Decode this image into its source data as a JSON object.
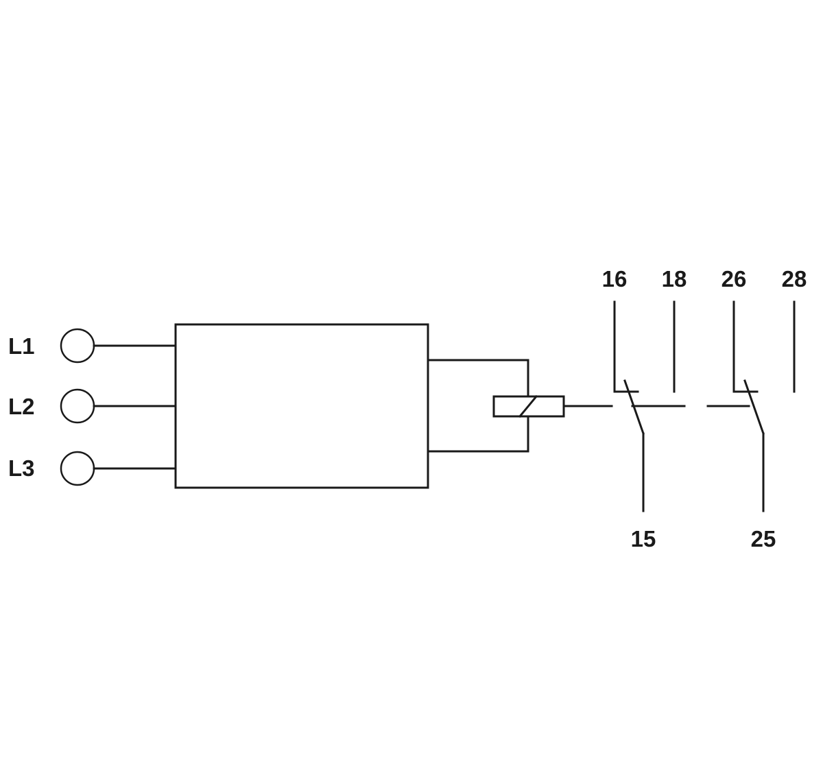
{
  "inputs": {
    "l1": "L1",
    "l2": "L2",
    "l3": "L3"
  },
  "contacts": {
    "group1": {
      "no": "16",
      "nc": "18",
      "common": "15"
    },
    "group2": {
      "no": "26",
      "nc": "28",
      "common": "25"
    }
  },
  "colors": {
    "line": "#1a1a1a",
    "background": "#ffffff"
  }
}
